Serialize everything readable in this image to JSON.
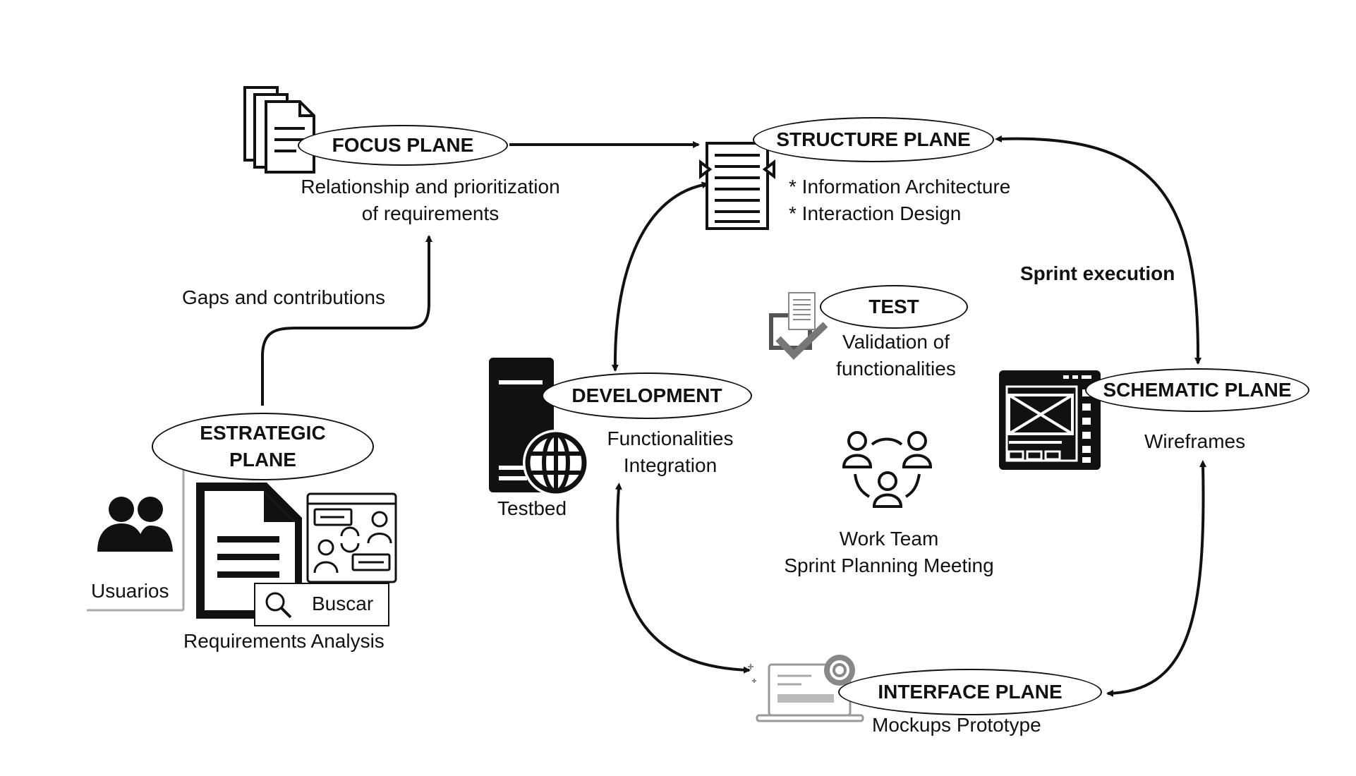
{
  "planes": {
    "focus": {
      "title": "FOCUS PLANE",
      "desc_line1": "Relationship and prioritization",
      "desc_line2": "of requirements"
    },
    "structure": {
      "title": "STRUCTURE PLANE",
      "item1": "* Information Architecture",
      "item2": "* Interaction Design"
    },
    "test": {
      "title": "TEST",
      "desc_line1": "Validation of",
      "desc_line2": "functionalities"
    },
    "development": {
      "title": "DEVELOPMENT",
      "desc_line1": "Functionalities",
      "desc_line2": "Integration",
      "server_label": "Testbed"
    },
    "schematic": {
      "title": "SCHEMATIC PLANE",
      "desc": "Wireframes"
    },
    "strategic": {
      "title_line1": "ESTRATEGIC",
      "title_line2": "PLANE",
      "users_label": "Usuarios",
      "search_label": "Buscar",
      "desc": "Requirements Analysis"
    },
    "interface": {
      "title": "INTERFACE PLANE",
      "desc": "Mockups Prototype"
    }
  },
  "labels": {
    "gaps": "Gaps and contributions",
    "sprint": "Sprint execution",
    "team_line1": "Work Team",
    "team_line2": "Sprint Planning Meeting"
  },
  "icons": [
    "documents-icon",
    "list-document-icon",
    "checklist-icon",
    "server-globe-icon",
    "wireframe-window-icon",
    "users-icon",
    "document-icon",
    "collaboration-icon",
    "search-icon",
    "team-icon",
    "laptop-gear-icon"
  ],
  "colors": {
    "ink": "#111111",
    "background": "#ffffff",
    "muted": "#9a9a9a"
  }
}
